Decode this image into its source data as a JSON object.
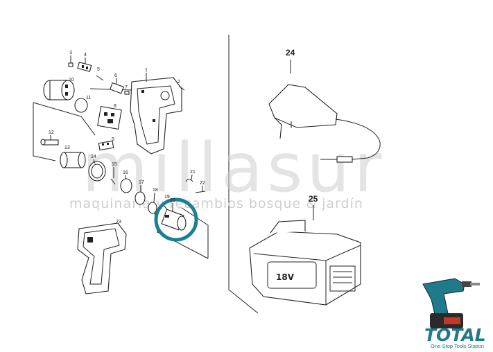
{
  "watermark": {
    "brand": "millasur",
    "tagline": "maquinaria y recambios bosque & jardín"
  },
  "logo": {
    "name": "TOTAL",
    "slogan": "One-Stop Tools Station",
    "color": "#1f7a8c"
  },
  "highlight_color": "#1a7f93",
  "battery_label": "18V",
  "part_numbers": {
    "p1": "1",
    "p2": "2",
    "p3": "3",
    "p4": "4",
    "p5": "5",
    "p6": "6",
    "p7": "7",
    "p8": "8",
    "p9": "9",
    "p10": "10",
    "p11": "11",
    "p12": "12",
    "p13": "13",
    "p14": "14",
    "p15": "15",
    "p16": "16",
    "p17": "17",
    "p18": "18",
    "p19": "19",
    "p20": "20",
    "p21": "21",
    "p22": "22",
    "p23": "23",
    "p24": "24",
    "p25": "25"
  }
}
